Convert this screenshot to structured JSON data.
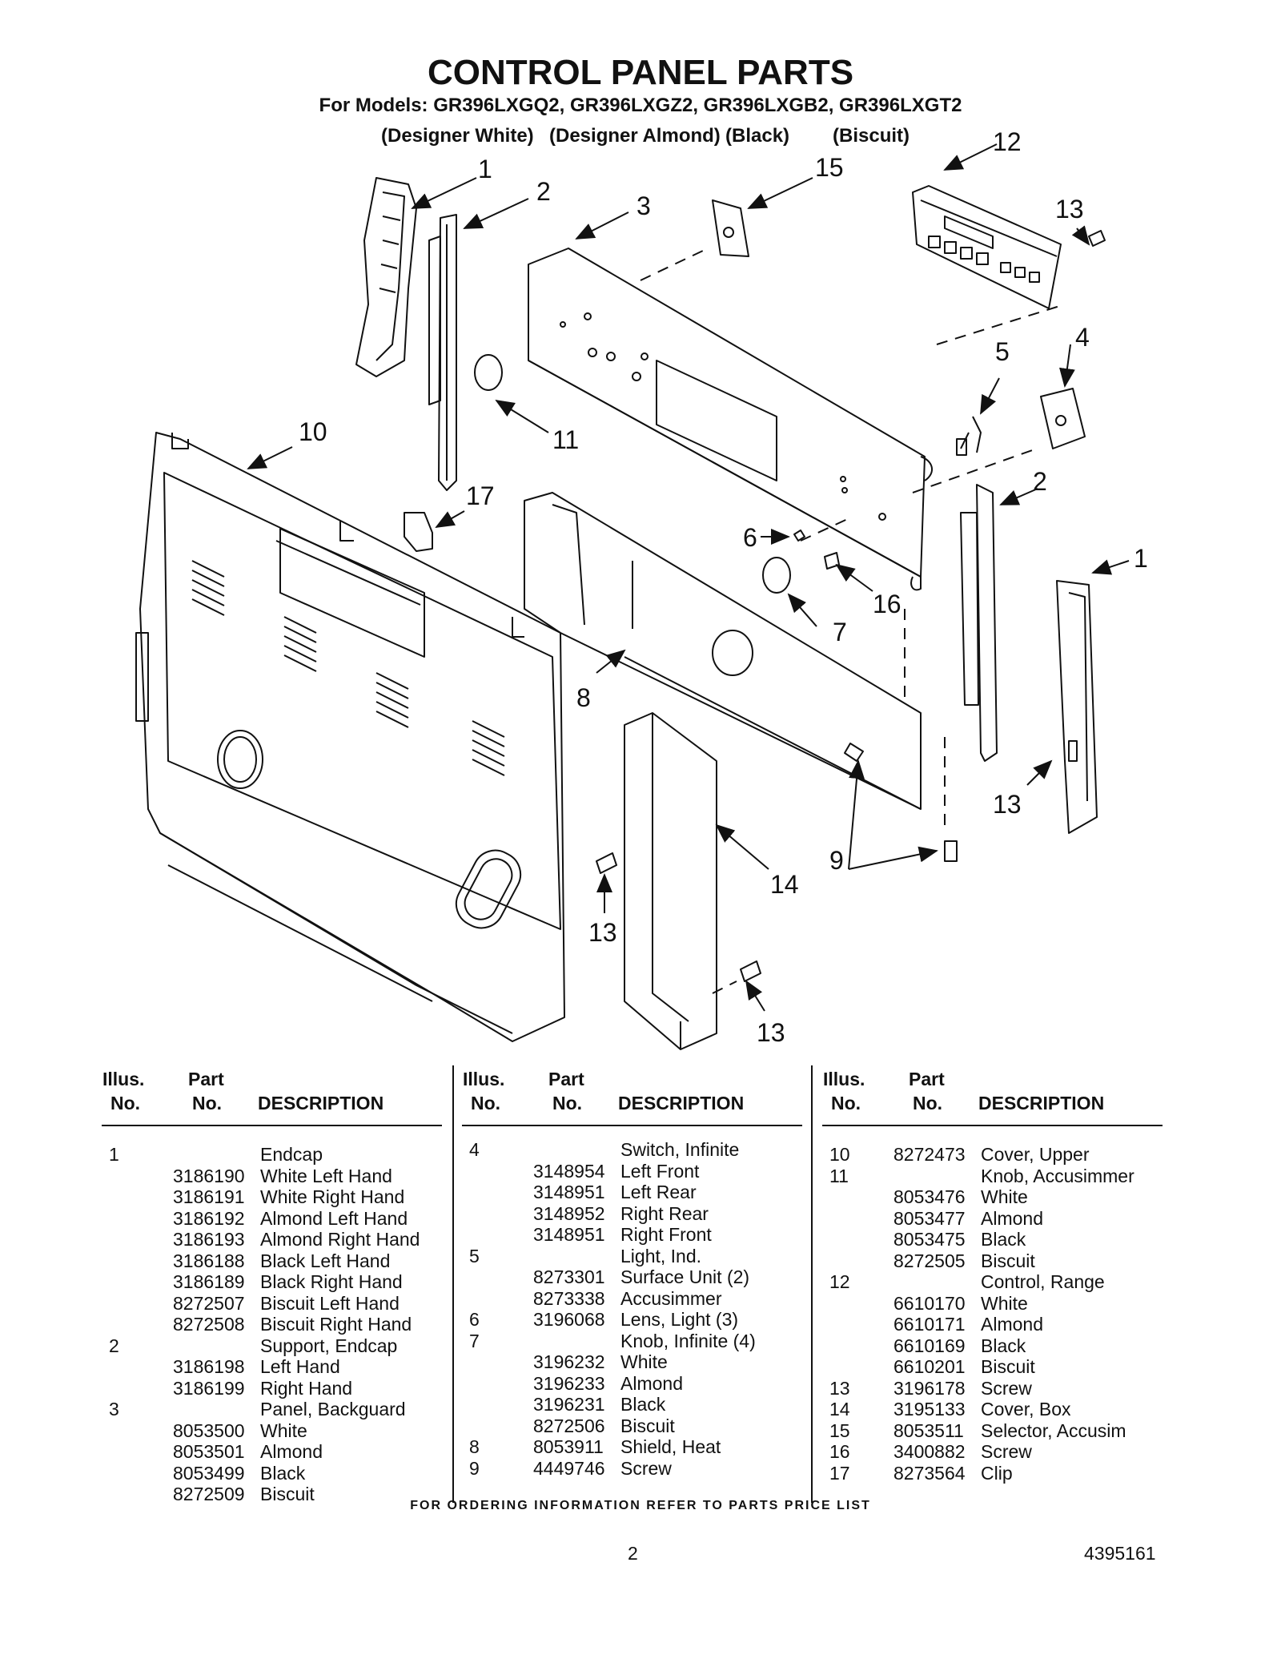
{
  "header": {
    "title": "CONTROL PANEL PARTS",
    "models": "For Models: GR396LXGQ2, GR396LXGZ2, GR396LXGB2, GR396LXGT2",
    "finishes": [
      "(Designer White)",
      "(Designer Almond)",
      "(Black)",
      "(Biscuit)"
    ]
  },
  "diagram": {
    "callouts": [
      "1",
      "2",
      "3",
      "15",
      "12",
      "13",
      "4",
      "5",
      "10",
      "11",
      "17",
      "2",
      "6",
      "1",
      "16",
      "7",
      "8",
      "13",
      "9",
      "14",
      "13",
      "13"
    ]
  },
  "table": {
    "header": {
      "illus": "Illus.",
      "no": "No.",
      "part": "Part",
      "part_no": "No.",
      "description": "DESCRIPTION"
    },
    "columns": [
      [
        {
          "illus": "1",
          "part": "",
          "desc": "Endcap"
        },
        {
          "illus": "",
          "part": "3186190",
          "desc": "White Left Hand"
        },
        {
          "illus": "",
          "part": "3186191",
          "desc": "White Right Hand"
        },
        {
          "illus": "",
          "part": "3186192",
          "desc": "Almond Left Hand"
        },
        {
          "illus": "",
          "part": "3186193",
          "desc": "Almond Right Hand"
        },
        {
          "illus": "",
          "part": "3186188",
          "desc": "Black Left Hand"
        },
        {
          "illus": "",
          "part": "3186189",
          "desc": "Black Right Hand"
        },
        {
          "illus": "",
          "part": "8272507",
          "desc": "Biscuit Left Hand"
        },
        {
          "illus": "",
          "part": "8272508",
          "desc": "Biscuit Right Hand"
        },
        {
          "illus": "2",
          "part": "",
          "desc": "Support, Endcap"
        },
        {
          "illus": "",
          "part": "3186198",
          "desc": "Left Hand"
        },
        {
          "illus": "",
          "part": "3186199",
          "desc": "Right Hand"
        },
        {
          "illus": "3",
          "part": "",
          "desc": "Panel, Backguard"
        },
        {
          "illus": "",
          "part": "8053500",
          "desc": "White"
        },
        {
          "illus": "",
          "part": "8053501",
          "desc": "Almond"
        },
        {
          "illus": "",
          "part": "8053499",
          "desc": "Black"
        },
        {
          "illus": "",
          "part": "8272509",
          "desc": "Biscuit"
        }
      ],
      [
        {
          "illus": "4",
          "part": "",
          "desc": "Switch, Infinite"
        },
        {
          "illus": "",
          "part": "3148954",
          "desc": "Left Front"
        },
        {
          "illus": "",
          "part": "3148951",
          "desc": "Left Rear"
        },
        {
          "illus": "",
          "part": "3148952",
          "desc": "Right Rear"
        },
        {
          "illus": "",
          "part": "3148951",
          "desc": "Right Front"
        },
        {
          "illus": "5",
          "part": "",
          "desc": "Light, Ind."
        },
        {
          "illus": "",
          "part": "8273301",
          "desc": "Surface Unit (2)"
        },
        {
          "illus": "",
          "part": "8273338",
          "desc": "Accusimmer"
        },
        {
          "illus": "6",
          "part": "3196068",
          "desc": "Lens, Light (3)"
        },
        {
          "illus": "7",
          "part": "",
          "desc": "Knob, Infinite (4)"
        },
        {
          "illus": "",
          "part": "3196232",
          "desc": "White"
        },
        {
          "illus": "",
          "part": "3196233",
          "desc": "Almond"
        },
        {
          "illus": "",
          "part": "3196231",
          "desc": "Black"
        },
        {
          "illus": "",
          "part": "8272506",
          "desc": "Biscuit"
        },
        {
          "illus": "8",
          "part": "8053911",
          "desc": "Shield, Heat"
        },
        {
          "illus": "9",
          "part": "4449746",
          "desc": "Screw"
        }
      ],
      [
        {
          "illus": "10",
          "part": "8272473",
          "desc": "Cover, Upper"
        },
        {
          "illus": "11",
          "part": "",
          "desc": "Knob, Accusimmer"
        },
        {
          "illus": "",
          "part": "8053476",
          "desc": "White"
        },
        {
          "illus": "",
          "part": "8053477",
          "desc": "Almond"
        },
        {
          "illus": "",
          "part": "8053475",
          "desc": "Black"
        },
        {
          "illus": "",
          "part": "8272505",
          "desc": "Biscuit"
        },
        {
          "illus": "12",
          "part": "",
          "desc": "Control, Range"
        },
        {
          "illus": "",
          "part": "6610170",
          "desc": "White"
        },
        {
          "illus": "",
          "part": "6610171",
          "desc": "Almond"
        },
        {
          "illus": "",
          "part": "6610169",
          "desc": "Black"
        },
        {
          "illus": "",
          "part": "6610201",
          "desc": "Biscuit"
        },
        {
          "illus": "13",
          "part": "3196178",
          "desc": "Screw"
        },
        {
          "illus": "14",
          "part": "3195133",
          "desc": "Cover, Box"
        },
        {
          "illus": "15",
          "part": "8053511",
          "desc": "Selector, Accusim"
        },
        {
          "illus": "16",
          "part": "3400882",
          "desc": "Screw"
        },
        {
          "illus": "17",
          "part": "8273564",
          "desc": "Clip"
        }
      ]
    ]
  },
  "footer": {
    "ordering_note": "FOR ORDERING INFORMATION REFER TO PARTS PRICE LIST",
    "page_number": "2",
    "document_number": "4395161"
  }
}
